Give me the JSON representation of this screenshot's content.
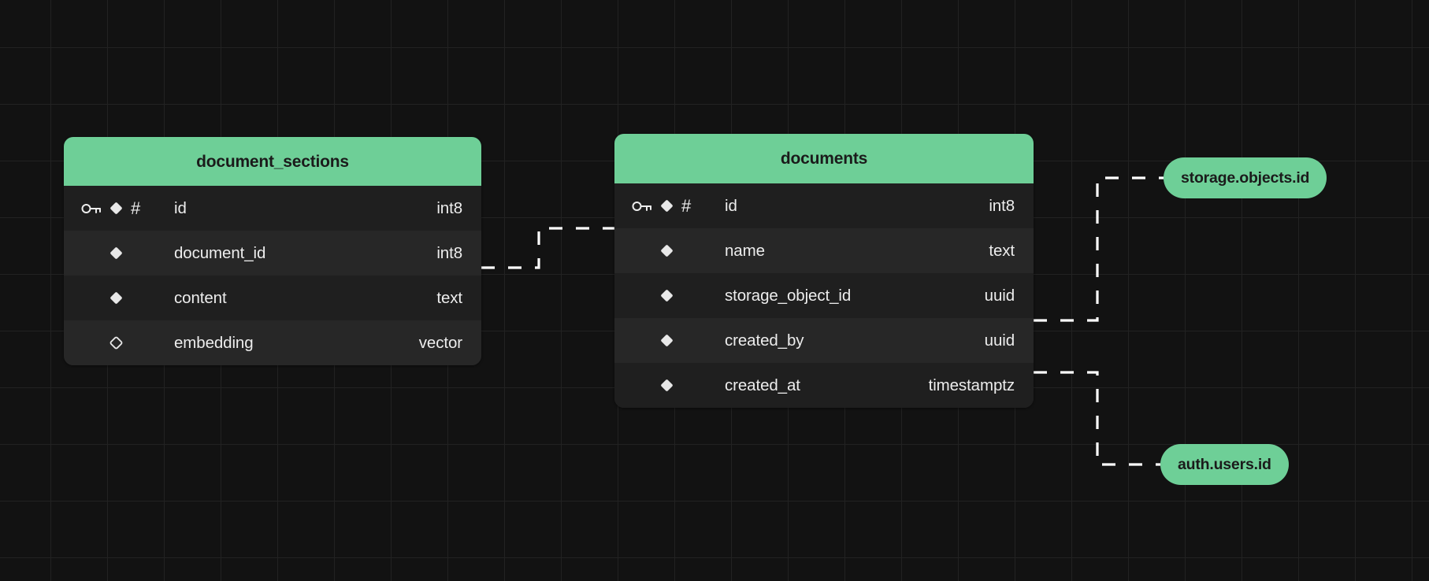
{
  "canvas": {
    "background_color": "#121212",
    "grid_color": "#222222",
    "accent_color": "#6ECF97",
    "row_color_odd": "#1f1f1f",
    "row_color_even": "#272727",
    "connector_color": "#ffffff"
  },
  "tables": [
    {
      "name": "document_sections",
      "columns": [
        {
          "name": "id",
          "type": "int8",
          "primary_key": true,
          "icon_key": "key-icon",
          "icon_field": "diamond-filled-icon",
          "icon_type": "hash-icon"
        },
        {
          "name": "document_id",
          "type": "int8",
          "primary_key": false,
          "icon_key": "",
          "icon_field": "diamond-filled-icon",
          "icon_type": ""
        },
        {
          "name": "content",
          "type": "text",
          "primary_key": false,
          "icon_key": "",
          "icon_field": "diamond-filled-icon",
          "icon_type": ""
        },
        {
          "name": "embedding",
          "type": "vector",
          "primary_key": false,
          "icon_key": "",
          "icon_field": "diamond-outline-icon",
          "icon_type": ""
        }
      ]
    },
    {
      "name": "documents",
      "columns": [
        {
          "name": "id",
          "type": "int8",
          "primary_key": true,
          "icon_key": "key-icon",
          "icon_field": "diamond-filled-icon",
          "icon_type": "hash-icon"
        },
        {
          "name": "name",
          "type": "text",
          "primary_key": false,
          "icon_key": "",
          "icon_field": "diamond-filled-icon",
          "icon_type": ""
        },
        {
          "name": "storage_object_id",
          "type": "uuid",
          "primary_key": false,
          "icon_key": "",
          "icon_field": "diamond-filled-icon",
          "icon_type": ""
        },
        {
          "name": "created_by",
          "type": "uuid",
          "primary_key": false,
          "icon_key": "",
          "icon_field": "diamond-filled-icon",
          "icon_type": ""
        },
        {
          "name": "created_at",
          "type": "timestamptz",
          "primary_key": false,
          "icon_key": "",
          "icon_field": "diamond-filled-icon",
          "icon_type": ""
        }
      ]
    }
  ],
  "reference_pills": [
    {
      "label": "storage.objects.id"
    },
    {
      "label": "auth.users.id"
    }
  ],
  "relationships": [
    {
      "from": "document_sections.document_id",
      "to": "documents.id"
    },
    {
      "from": "documents.storage_object_id",
      "to": "storage.objects.id"
    },
    {
      "from": "documents.created_by",
      "to": "auth.users.id"
    }
  ]
}
